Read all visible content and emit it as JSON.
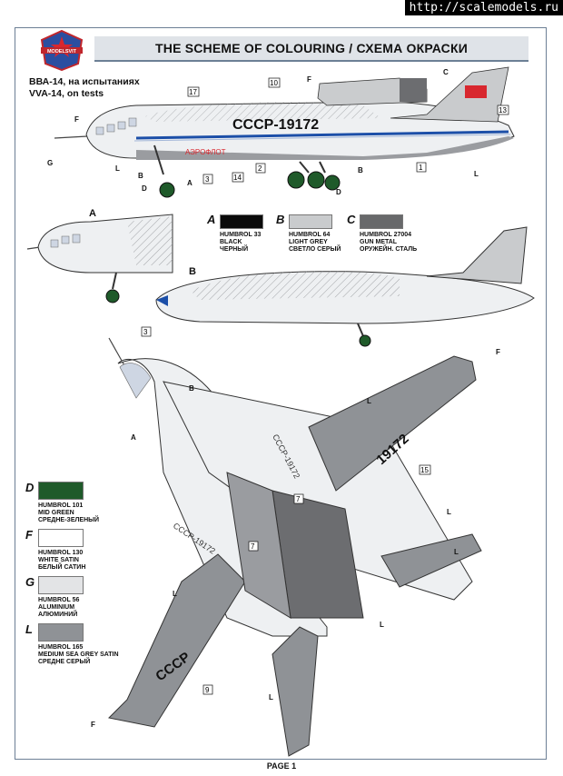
{
  "watermark": "http://scalemodels.ru",
  "header": {
    "title": "THE SCHEME OF COLOURING / СХЕМА ОКРАСКИ"
  },
  "logo": {
    "text": "MODELSVIT"
  },
  "side_view": {
    "caption_ru": "ВВА-14, на испытаниях",
    "caption_en": "VVA-14, on tests",
    "registration": "СССР-19172",
    "airline": "АЭРОФЛОТ"
  },
  "detail_views": {
    "a_label": "A",
    "b_label": "B"
  },
  "top_swatches": [
    {
      "letter": "A",
      "brand": "HUMBROL 33",
      "name_en": "BLACK",
      "name_ru": "ЧЕРНЫЙ",
      "color": "#0a0a0a"
    },
    {
      "letter": "B",
      "brand": "HUMBROL 64",
      "name_en": "LIGHT GREY",
      "name_ru": "СВЕТЛО СЕРЫЙ",
      "color": "#c9cbcd"
    },
    {
      "letter": "C",
      "brand": "HUMBROL 27004",
      "name_en": "GUN METAL",
      "name_ru": "ОРУЖЕЙН. СТАЛЬ",
      "color": "#68696b"
    }
  ],
  "left_swatches": [
    {
      "letter": "D",
      "brand": "HUMBROL 101",
      "name_en": "MID GREEN",
      "name_ru": "СРЕДНЕ-ЗЕЛЕНЫЙ",
      "color": "#1f5a2a"
    },
    {
      "letter": "F",
      "brand": "HUMBROL 130",
      "name_en": "WHITE SATIN",
      "name_ru": "БЕЛЫЙ САТИН",
      "color": "#ffffff"
    },
    {
      "letter": "G",
      "brand": "HUMBROL 56",
      "name_en": "ALUMINIUM",
      "name_ru": "АЛЮМИНИЙ",
      "color": "#e3e4e6"
    },
    {
      "letter": "L",
      "brand": "HUMBROL 165",
      "name_en": "MEDIUM SEA GREY SATIN",
      "name_ru": "СРЕДНЕ СЕРЫЙ",
      "color": "#8f9296"
    }
  ],
  "plan_view": {
    "wing_right_text": "19172",
    "wing_left_text": "СССР",
    "fuselage_upper_text": "СССР-19172",
    "fuselage_lower_text": "СССР-19172"
  },
  "callouts": [
    "1",
    "2",
    "3",
    "7",
    "9",
    "10",
    "13",
    "14",
    "15",
    "17"
  ],
  "footer": "PAGE 1"
}
